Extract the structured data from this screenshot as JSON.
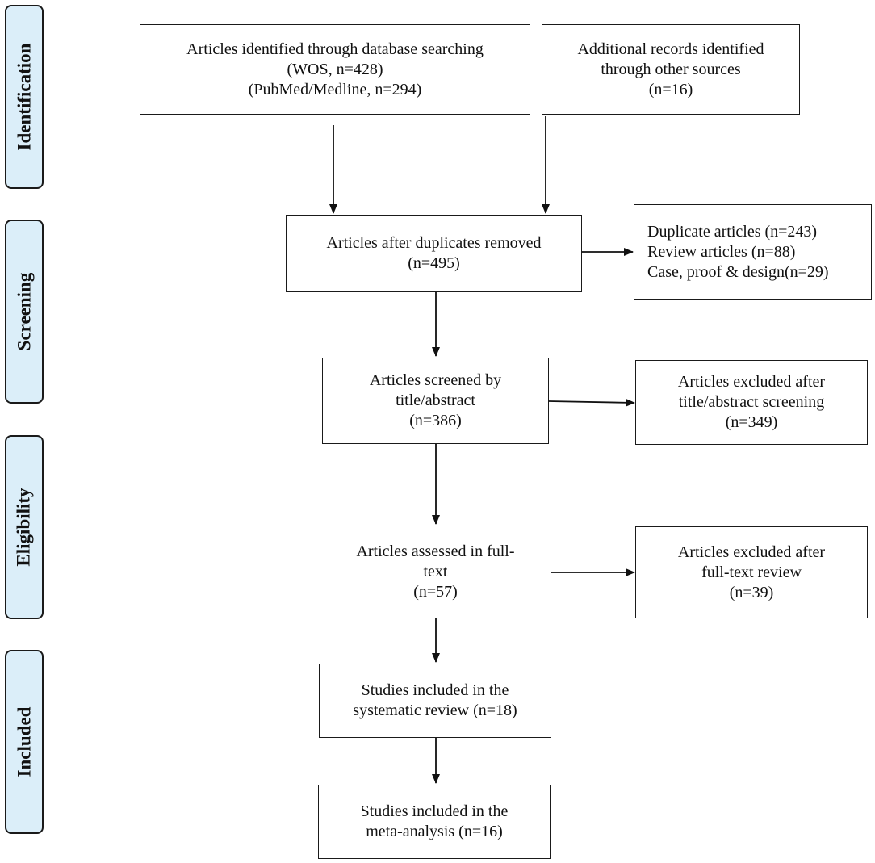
{
  "phases": [
    {
      "label": "Identification"
    },
    {
      "label": "Screening"
    },
    {
      "label": "Eligibility"
    },
    {
      "label": "Included"
    }
  ],
  "boxes": {
    "database_search": {
      "lines": [
        "Articles identified through database searching",
        "(WOS, n=428)",
        "(PubMed/Medline, n=294)"
      ]
    },
    "other_sources": {
      "lines": [
        "Additional records identified",
        "through other sources",
        "(n=16)"
      ]
    },
    "duplicates_removed": {
      "lines": [
        "Articles after duplicates removed",
        "(n=495)"
      ]
    },
    "excluded_duplicates": {
      "lines": [
        "Duplicate articles (n=243)",
        "Review articles (n=88)",
        "Case, proof & design(n=29)"
      ]
    },
    "screened": {
      "lines": [
        "Articles screened by",
        "title/abstract",
        "(n=386)"
      ]
    },
    "excluded_screening": {
      "lines": [
        "Articles excluded after",
        "title/abstract screening",
        "(n=349)"
      ]
    },
    "fulltext": {
      "lines": [
        "Articles assessed in full-",
        "text",
        "(n=57)"
      ]
    },
    "excluded_fulltext": {
      "lines": [
        "Articles excluded after",
        "full-text review",
        "(n=39)"
      ]
    },
    "systematic_review": {
      "lines": [
        "Studies included in the",
        "systematic review (n=18)"
      ]
    },
    "meta_analysis": {
      "lines": [
        "Studies included in the",
        "meta-analysis (n=16)"
      ]
    }
  }
}
